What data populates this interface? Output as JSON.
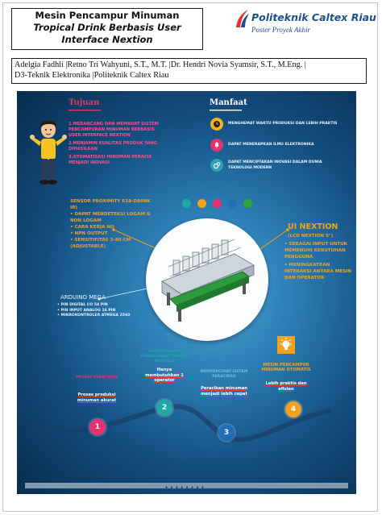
{
  "header": {
    "title_lines": [
      "Mesin Pencampur Minuman",
      "Tropical Drink Berbasis User",
      "Interface Nextion"
    ],
    "logo_name": "Politeknik Caltex Riau",
    "logo_sub": "Poster Proyek Akhir",
    "authors_line1": "Adelgia Fadhli |Retno Tri Wahyuni, S.T., M.T. |Dr. Hendri Novia Syamsir, S.T., M.Eng. |",
    "authors_line2": "D3-Teknik Elektronika |Politeknik Caltex Riau"
  },
  "tujuan": {
    "heading": "Tujuan",
    "items": [
      "1.Merancang dan membuat sistem pencampuran minuman berbasis user interface nextion",
      "2.Menjamin kualitas produk yang dihasilkan",
      "3.Otomatisasi minuman peracik menjadi inovasi"
    ]
  },
  "manfaat": {
    "heading": "Manfaat",
    "items": [
      {
        "icon": "clock-icon",
        "text": "Menghemat waktu produksi dan lebih praktis"
      },
      {
        "icon": "rocket-icon",
        "text": "Dapat menerapkan ilmu elektronika"
      },
      {
        "icon": "gears-icon",
        "text": "Dapat menciptakan inovasi dalam dunia teknologi modern"
      }
    ]
  },
  "colors": {
    "teal": "#1fa8a4",
    "orange": "#f2a21c",
    "pink": "#e5336d",
    "blue": "#1f6fb8",
    "green": "#2fa33a"
  },
  "sensor": {
    "items": [
      "Sensor proximity E18-D80NK IR)",
      "Dapat mendeteksi logam & non logam",
      "Cara kerja NO",
      "NPN output",
      "Sensitifitas 3-80 cm (adjustable)"
    ]
  },
  "ui_nextion": {
    "title": "UI NEXTION",
    "subtitle": "(LCD NEXTION 5\")",
    "items": [
      "Sebagai input untuk memenuhi kebutuhan pengguna",
      "Meningkatkan interaksi antara mesin dan operator"
    ]
  },
  "arduino": {
    "title": "ARDUINO MEGA",
    "items": [
      "Pin digital I/O 54 pin",
      "Pin input analog 16 pin",
      "Mikrokontroler ATMEGA 2560"
    ]
  },
  "steps": [
    {
      "num": "1",
      "label": "Proses peracikan",
      "desc": "Proses produksi minuman akurat",
      "color": "#e5336d"
    },
    {
      "num": "2",
      "label": "Meminimalisir penggunaan tenaga manusia",
      "desc": "Hanya membutuhkan 1 operator",
      "color": "#1fa8a4"
    },
    {
      "num": "3",
      "label": "Mempercepat sistem peracikan",
      "desc": "Peracikan minuman menjadi lebih cepat",
      "color": "#1f6fb8"
    },
    {
      "num": "4",
      "label": "Mesin pencampur minuman otomatis",
      "desc": "Lebih praktis dan efisien",
      "color": "#f2a21c"
    }
  ]
}
